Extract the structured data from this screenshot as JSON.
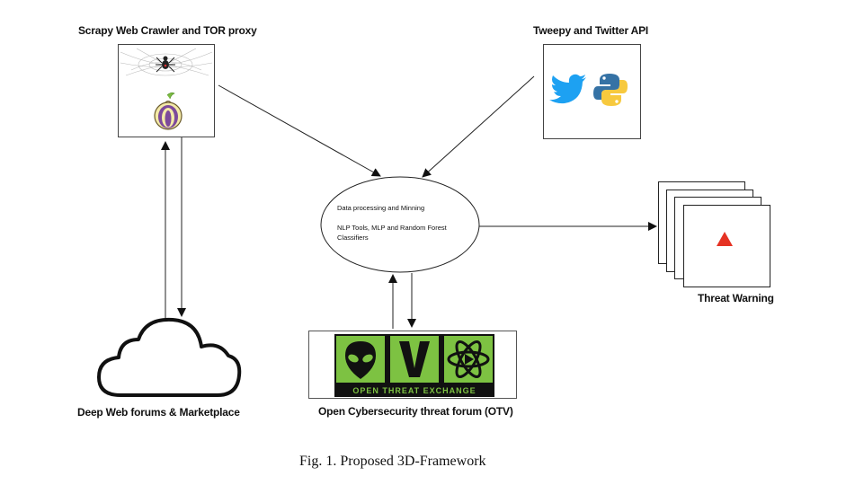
{
  "labels": {
    "scrapy": "Scrapy Web Crawler and TOR proxy",
    "tweepy": "Tweepy and Twitter API",
    "deep_web": "Deep Web forums & Marketplace",
    "otv": "Open Cybersecurity threat forum (OTV)",
    "threat_warning": "Threat Warning"
  },
  "ellipse": {
    "line1": "Data processing  and Minning",
    "line2": "NLP Tools,  MLP and Random Forest",
    "line3": "Classifiers"
  },
  "otx": {
    "banner": "OPEN THREAT EXCHANGE",
    "green": "#7dc242"
  },
  "caption": "Fig. 1.  Proposed 3D-Framework",
  "icons": [
    "spider-web-icon",
    "tor-onion-icon",
    "twitter-bird-icon",
    "python-logo-icon",
    "cloud-icon",
    "warning-triangle-icon"
  ]
}
